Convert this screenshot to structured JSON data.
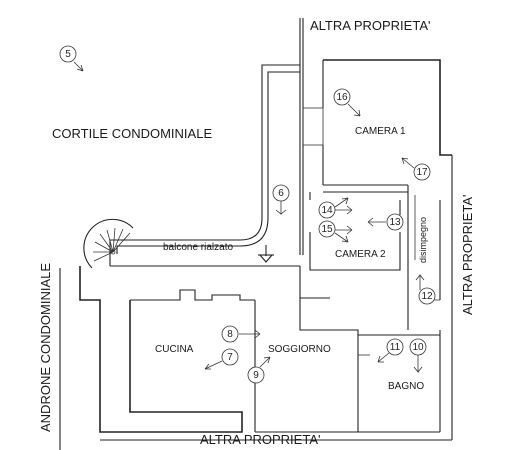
{
  "labels": {
    "top": "ALTRA PROPRIETA'",
    "bottom": "ALTRA PROPRIETA'",
    "right": "ALTRA PROPRIETA'",
    "left": "ANDRONE CONDOMINIALE",
    "courtyard": "CORTILE CONDOMINIALE",
    "balcony": "balcone rialzato",
    "room_camera1": "CAMERA 1",
    "room_camera2": "CAMERA 2",
    "room_cucina": "CUCINA",
    "room_soggiorno": "SOGGIORNO",
    "room_bagno": "BAGNO",
    "room_disimpegno": "disimpegno"
  },
  "photo_points": {
    "p5": "5",
    "p6": "6",
    "p7": "7",
    "p8": "8",
    "p9": "9",
    "p10": "10",
    "p11": "11",
    "p12": "12",
    "p13": "13",
    "p14": "14",
    "p15": "15",
    "p16": "16",
    "p17": "17"
  },
  "colors": {
    "line": "#222222",
    "background": "#ffffff"
  }
}
